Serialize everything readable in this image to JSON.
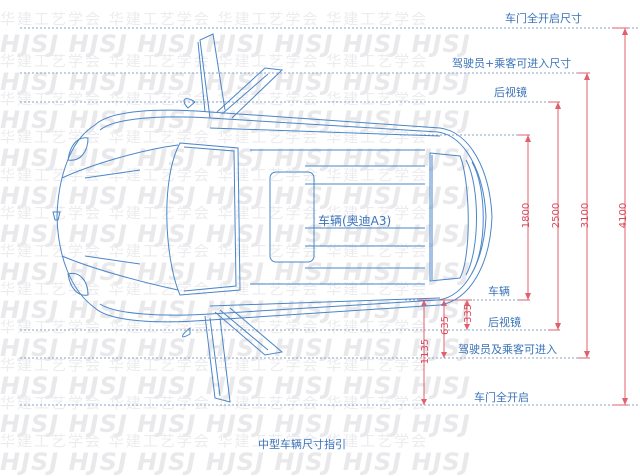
{
  "watermark": {
    "latin": "HJSJ HJSJ HJSJ HJSJ HJSJ HJSJ HJSJ",
    "chinese": "华建工艺学会 华建工艺学会 华建工艺学会 华建工艺学会"
  },
  "labels": {
    "door_full_open_size": "车门全开启尺寸",
    "driver_passenger_access_size": "驾驶员+乘客可进入尺寸",
    "mirror_top": "后视镜",
    "vehicle_model": "车辆(奥迪A3)",
    "vehicle": "车辆",
    "mirror_bottom": "后视镜",
    "driver_passenger_access": "驾驶员及乘客可进入",
    "door_full_open": "车门全开启"
  },
  "dimensions": {
    "width_vehicle": "1800",
    "width_mirror": "2500",
    "width_access": "3100",
    "width_door_open": "4100",
    "offset_mirror": "335",
    "offset_access": "635",
    "offset_door": "1135"
  },
  "caption": "中型车辆尺寸指引",
  "colors": {
    "drawing_line": "#4a86c8",
    "dimension_line": "#e0606e",
    "label_text": "#3a73b8",
    "dashed_line": "#8aa3c4"
  }
}
